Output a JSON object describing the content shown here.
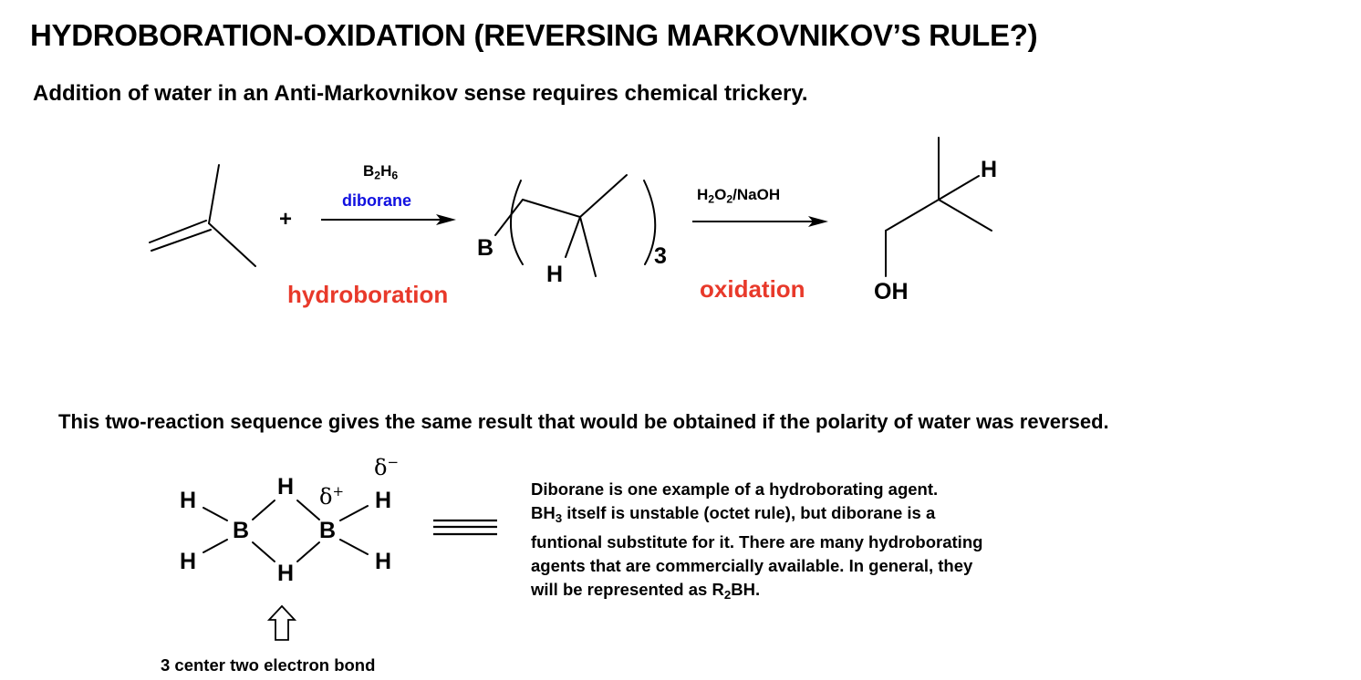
{
  "header": {
    "title": "HYDROBORATION-OXIDATION (REVERSING MARKOVNIKOV’S RULE?)",
    "subtitle": "Addition of water in an Anti-Markovnikov sense requires chemical trickery."
  },
  "reaction": {
    "plus": "+",
    "step1": {
      "reagent_main": "B",
      "reagent_sub1": "2",
      "reagent_h": "H",
      "reagent_sub2": "6",
      "reagent_name": "diborane",
      "label": "hydroboration",
      "label_color": "#e8392a",
      "name_color": "#1010e0"
    },
    "intermediate": {
      "boron": "B",
      "hydrogen": "H",
      "multiplier": "3"
    },
    "step2": {
      "reagent_h": "H",
      "reagent_sub1": "2",
      "reagent_o": "O",
      "reagent_sub2": "2",
      "reagent_rest": "/NaOH",
      "label": "oxidation",
      "label_color": "#e8392a"
    },
    "product": {
      "hydrogen": "H",
      "hydroxyl": "OH"
    }
  },
  "note": "This two-reaction sequence gives the same result that would be obtained if the polarity of water was reversed.",
  "diborane": {
    "atoms": {
      "h_left_top": "H",
      "h_left_bottom": "H",
      "b_left": "B",
      "h_bridge_top": "H",
      "h_bridge_bottom": "H",
      "b_right": "B",
      "h_right_top": "H",
      "h_right_bottom": "H"
    },
    "delta_plus": "δ",
    "delta_plus_sign": "+",
    "delta_minus": "δ",
    "delta_minus_sign": "−",
    "equivalence": "≡",
    "caption": "3 center two electron bond"
  },
  "description": {
    "line1": "Diborane is one example of a hydroborating agent.",
    "line2_pre": "BH",
    "line2_sub": "3",
    "line2_post": " itself is unstable (octet rule), but diborane is a",
    "line3": "funtional substitute for it.  There are many hydroborating",
    "line4": "agents that are commercially available.  In general, they",
    "line5_pre": "will be represented as R",
    "line5_sub": "2",
    "line5_post": "BH."
  }
}
